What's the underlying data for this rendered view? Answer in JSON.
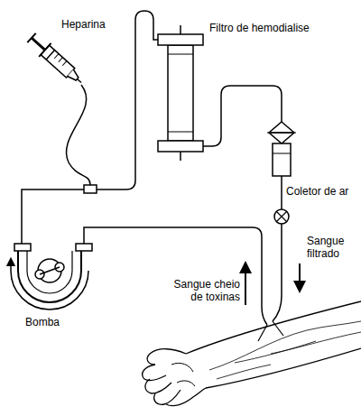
{
  "diagram": {
    "labels": [
      "Heparina",
      "Filtro de hemodialise",
      "Coletor de ar",
      "Sangue filtrado",
      "Sangue cheio de toxinas",
      "Bomba"
    ]
  }
}
